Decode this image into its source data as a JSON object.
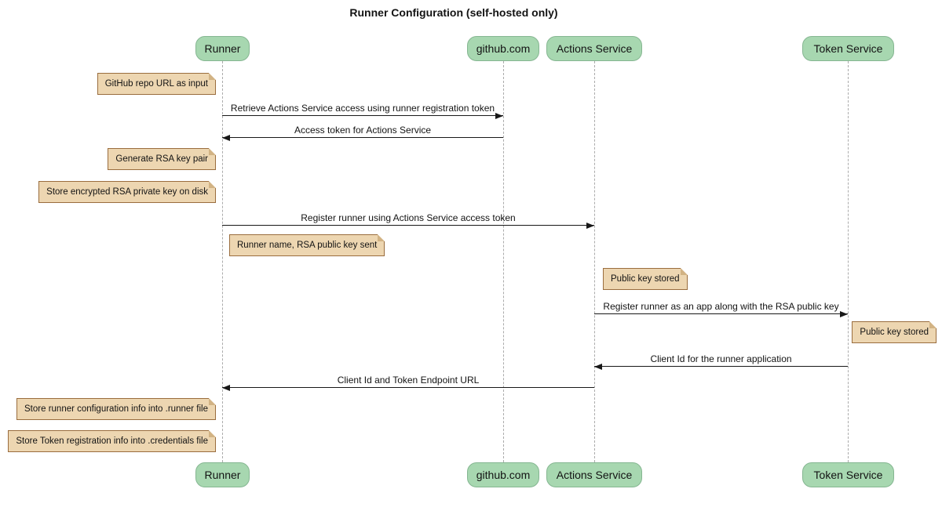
{
  "title": "Runner Configuration (self-hosted only)",
  "participants": [
    {
      "id": "runner",
      "label": "Runner"
    },
    {
      "id": "github",
      "label": "github.com"
    },
    {
      "id": "actions-service",
      "label": "Actions Service"
    },
    {
      "id": "token-service",
      "label": "Token Service"
    }
  ],
  "messages": [
    {
      "from": "Runner",
      "to": "github.com",
      "direction": "right",
      "label": "Retrieve Actions Service access using runner registration token"
    },
    {
      "from": "github.com",
      "to": "Runner",
      "direction": "left",
      "label": "Access token for Actions Service"
    },
    {
      "from": "Runner",
      "to": "Actions Service",
      "direction": "right",
      "label": "Register runner using Actions Service access token"
    },
    {
      "from": "Actions Service",
      "to": "Token Service",
      "direction": "right",
      "label": "Register runner as an app along with the RSA public key"
    },
    {
      "from": "Token Service",
      "to": "Actions Service",
      "direction": "left",
      "label": "Client Id for the runner application"
    },
    {
      "from": "Actions Service",
      "to": "Runner",
      "direction": "left",
      "label": "Client Id and Token Endpoint URL"
    }
  ],
  "notes": [
    {
      "attached_to": "Runner",
      "side": "left",
      "label": "GitHub repo URL as input"
    },
    {
      "attached_to": "Runner",
      "side": "left",
      "label": "Generate RSA key pair"
    },
    {
      "attached_to": "Runner",
      "side": "left",
      "label": "Store encrypted RSA private key on disk"
    },
    {
      "attached_to": "Runner",
      "side": "right",
      "label": "Runner name, RSA public key sent"
    },
    {
      "attached_to": "Actions Service",
      "side": "right",
      "label": "Public key stored"
    },
    {
      "attached_to": "Token Service",
      "side": "right",
      "label": "Public key stored"
    },
    {
      "attached_to": "Runner",
      "side": "left",
      "label": "Store runner configuration info into .runner file"
    },
    {
      "attached_to": "Runner",
      "side": "left",
      "label": "Store Token registration info into .credentials file"
    }
  ],
  "colors": {
    "participant_fill": "#a7d7b0",
    "participant_border": "#85b691",
    "note_fill": "#edd6b1",
    "note_border": "#9a6d3e",
    "arrow": "#181818",
    "lifeline": "#ababab",
    "background": "#ffffff"
  }
}
